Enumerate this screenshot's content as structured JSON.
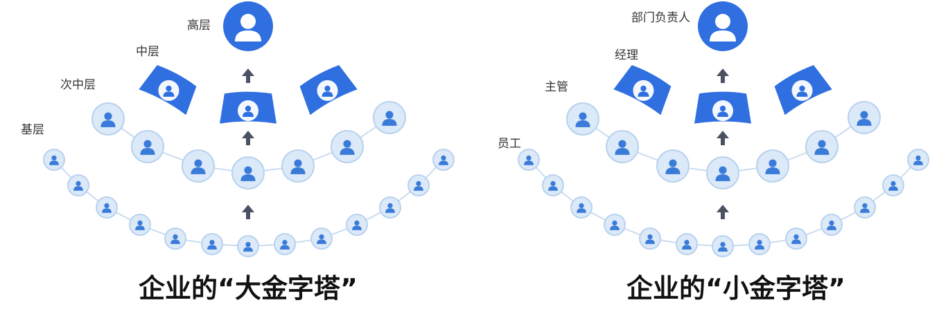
{
  "colors": {
    "accent": "#2f6fe0",
    "bubble_fill": "#dbe9f8",
    "bubble_stroke": "#b8d2ee",
    "icon": "#3a7ad8",
    "arrow": "#4a5262",
    "line": "#c9dcef"
  },
  "icons": {
    "person": "person-icon",
    "arrow": "arrow-up-icon"
  },
  "left": {
    "labels": {
      "top": "高层",
      "mid": "中层",
      "sub": "次中层",
      "base": "基层"
    },
    "caption": "企业的“大金字塔”"
  },
  "right": {
    "labels": {
      "top": "部门负责人",
      "mid": "经理",
      "sub": "主管",
      "base": "员工"
    },
    "caption": "企业的“小金字塔”"
  }
}
